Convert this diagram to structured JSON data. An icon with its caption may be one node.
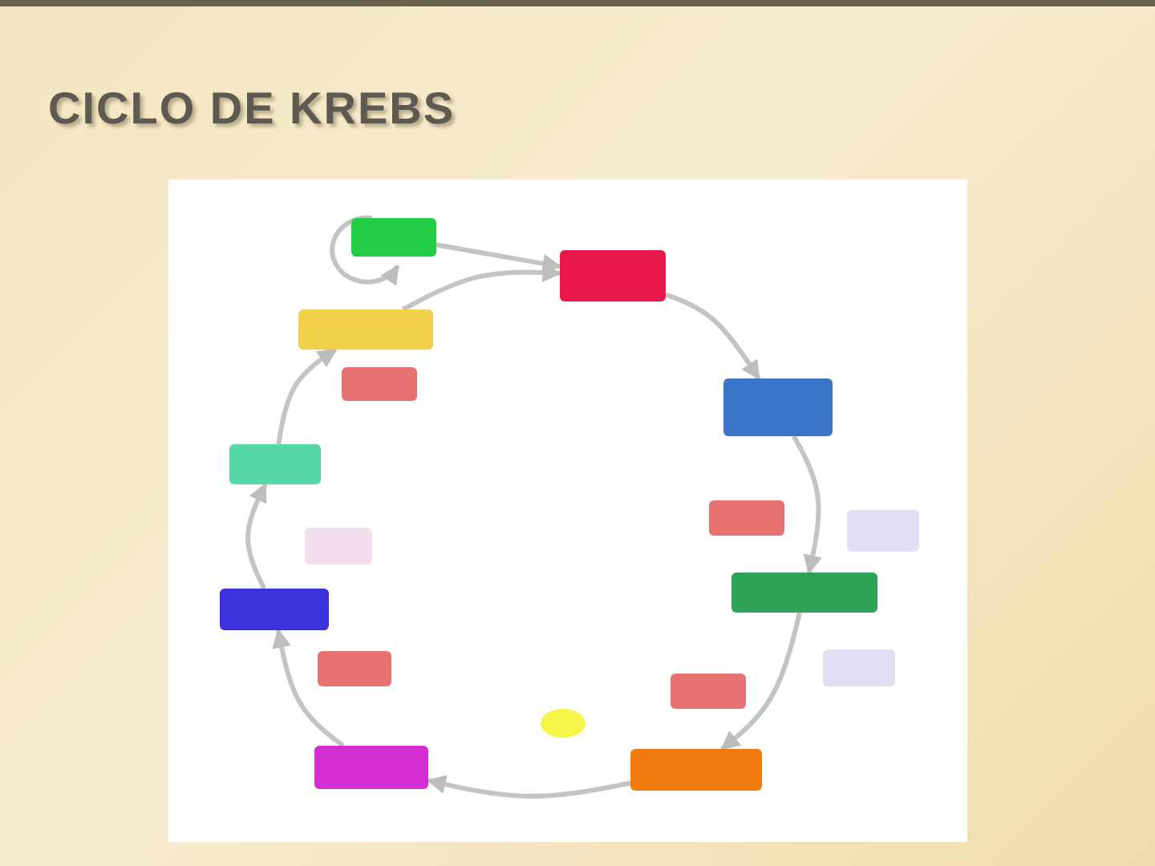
{
  "diagram": {
    "title": "CICLO DE KREBS",
    "nodes": [
      {
        "text": [],
        "shape": "box"
      },
      {
        "text": [],
        "shape": "box"
      },
      {
        "text": [],
        "shape": "box"
      },
      {
        "text": [],
        "shape": "box"
      },
      {
        "text": [],
        "shape": "box"
      },
      {
        "text": [],
        "shape": "box"
      },
      {
        "text": [],
        "shape": "box"
      },
      {
        "text": [],
        "shape": "box"
      },
      {
        "text": [],
        "shape": "box"
      },
      {
        "text": [],
        "shape": "box"
      },
      {
        "text": [],
        "shape": "box"
      },
      {
        "text": [],
        "shape": "box"
      },
      {
        "text": [],
        "shape": "box"
      },
      {
        "text": [],
        "shape": "box"
      },
      {
        "text": [],
        "shape": "circle"
      },
      {
        "text": [],
        "shape": "box"
      },
      {
        "text": [],
        "shape": "box"
      }
    ],
    "edges": [
      {
        "from": 0,
        "to": 0,
        "arrow": "to"
      },
      {
        "from": 0,
        "to": 1,
        "arrow": "to"
      },
      {
        "from": 2,
        "to": 1,
        "arrow": "to"
      },
      {
        "from": 1,
        "to": 4,
        "arrow": "to"
      },
      {
        "from": 4,
        "to": 9,
        "arrow": "to"
      },
      {
        "from": 9,
        "to": 16,
        "arrow": "to"
      },
      {
        "from": 16,
        "to": 15,
        "arrow": "to"
      },
      {
        "from": 15,
        "to": 10,
        "arrow": "to"
      },
      {
        "from": 10,
        "to": 5,
        "arrow": "to"
      },
      {
        "from": 5,
        "to": 2,
        "arrow": "to"
      }
    ]
  }
}
